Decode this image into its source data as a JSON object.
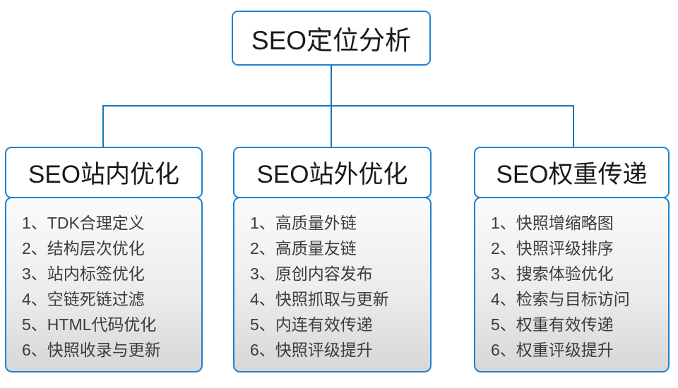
{
  "diagram": {
    "title": "SEO定位分析",
    "colors": {
      "box_border": "#1E82D2",
      "connector_line": "#1B76B9",
      "list_gradient_top": "#FBFBFB",
      "list_gradient_bottom": "#D7D7D7",
      "header_text": "#1A1A1A",
      "list_text": "#3C3C3C",
      "background": "#FFFFFF"
    }
  },
  "root": {
    "label": "SEO定位分析"
  },
  "columns": [
    {
      "title": "SEO站内优化",
      "items": [
        "1、TDK合理定义",
        "2、结构层次优化",
        "3、站内标签优化",
        "4、空链死链过滤",
        "5、HTML代码优化",
        "6、快照收录与更新"
      ]
    },
    {
      "title": "SEO站外优化",
      "items": [
        "1、高质量外链",
        "2、高质量友链",
        "3、原创内容发布",
        "4、快照抓取与更新",
        "5、内连有效传递",
        "6、快照评级提升"
      ]
    },
    {
      "title": "SEO权重传递",
      "items": [
        "1、快照增缩略图",
        "2、快照评级排序",
        "3、搜索体验优化",
        "4、检索与目标访问",
        "5、权重有效传递",
        "6、权重评级提升"
      ]
    }
  ]
}
